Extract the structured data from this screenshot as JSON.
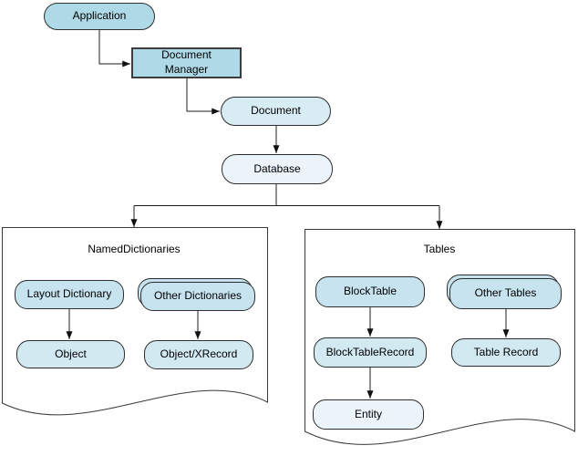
{
  "diagram": {
    "nodes": {
      "application": {
        "label": "Application",
        "fill": "#aedae8"
      },
      "document_manager": {
        "label": "Document\nManager",
        "fill": "#aedae8"
      },
      "document": {
        "label": "Document",
        "fill": "#d8ecf4"
      },
      "database": {
        "label": "Database",
        "fill": "#eaf4fa"
      },
      "layout_dictionary": {
        "label": "Layout Dictionary",
        "fill": "#c7e3ef"
      },
      "other_dictionaries": {
        "label": "Other Dictionaries",
        "fill": "#c7e3ef"
      },
      "object": {
        "label": "Object",
        "fill": "#d2e9f2"
      },
      "object_xrecord": {
        "label": "Object/XRecord",
        "fill": "#d2e9f2"
      },
      "block_table": {
        "label": "BlockTable",
        "fill": "#c7e3ef"
      },
      "other_tables": {
        "label": "Other Tables",
        "fill": "#c7e3ef"
      },
      "block_table_record": {
        "label": "BlockTableRecord",
        "fill": "#d2e9f2"
      },
      "table_record": {
        "label": "Table Record",
        "fill": "#d2e9f2"
      },
      "entity": {
        "label": "Entity",
        "fill": "#eaf4fa"
      }
    },
    "containers": {
      "named_dictionaries": {
        "label": "NamedDictionaries"
      },
      "tables": {
        "label": "Tables"
      }
    },
    "edges": [
      {
        "from": "application",
        "to": "document_manager"
      },
      {
        "from": "document_manager",
        "to": "document"
      },
      {
        "from": "document",
        "to": "database"
      },
      {
        "from": "database",
        "to": "named_dictionaries"
      },
      {
        "from": "database",
        "to": "tables"
      },
      {
        "from": "layout_dictionary",
        "to": "object"
      },
      {
        "from": "other_dictionaries",
        "to": "object_xrecord"
      },
      {
        "from": "block_table",
        "to": "block_table_record"
      },
      {
        "from": "block_table_record",
        "to": "entity"
      },
      {
        "from": "other_tables",
        "to": "table_record"
      }
    ],
    "colors": {
      "line": "#1d1d1d",
      "node_border": "#2e2e2e",
      "container_border": "#3a3a3a",
      "background": "#ffffff"
    }
  }
}
